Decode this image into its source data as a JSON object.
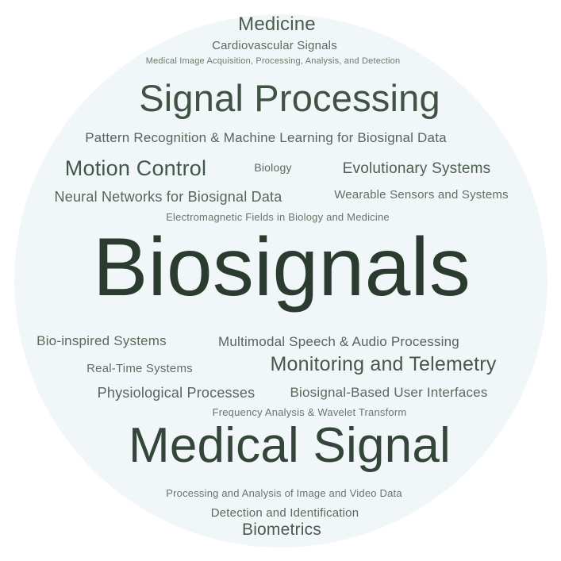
{
  "background_color": "#f1f7f8",
  "words": [
    {
      "text": "Medicine"
    },
    {
      "text": "Cardiovascular Signals"
    },
    {
      "text": "Medical Image Acquisition, Processing, Analysis, and Detection"
    },
    {
      "text": "Signal Processing"
    },
    {
      "text": "Pattern Recognition & Machine Learning for Biosignal Data"
    },
    {
      "text": "Motion Control"
    },
    {
      "text": "Biology"
    },
    {
      "text": "Evolutionary Systems"
    },
    {
      "text": "Neural Networks for Biosignal Data"
    },
    {
      "text": "Wearable Sensors and Systems"
    },
    {
      "text": "Electromagnetic Fields in Biology and Medicine"
    },
    {
      "text": "Biosignals"
    },
    {
      "text": "Bio-inspired Systems"
    },
    {
      "text": "Multimodal Speech & Audio Processing"
    },
    {
      "text": "Real-Time Systems"
    },
    {
      "text": "Monitoring and Telemetry"
    },
    {
      "text": "Physiological Processes"
    },
    {
      "text": "Biosignal-Based User Interfaces"
    },
    {
      "text": "Frequency Analysis & Wavelet Transform"
    },
    {
      "text": "Medical Signal"
    },
    {
      "text": "Processing and Analysis of Image and Video Data"
    },
    {
      "text": "Detection and Identification"
    },
    {
      "text": "Biometrics"
    }
  ]
}
